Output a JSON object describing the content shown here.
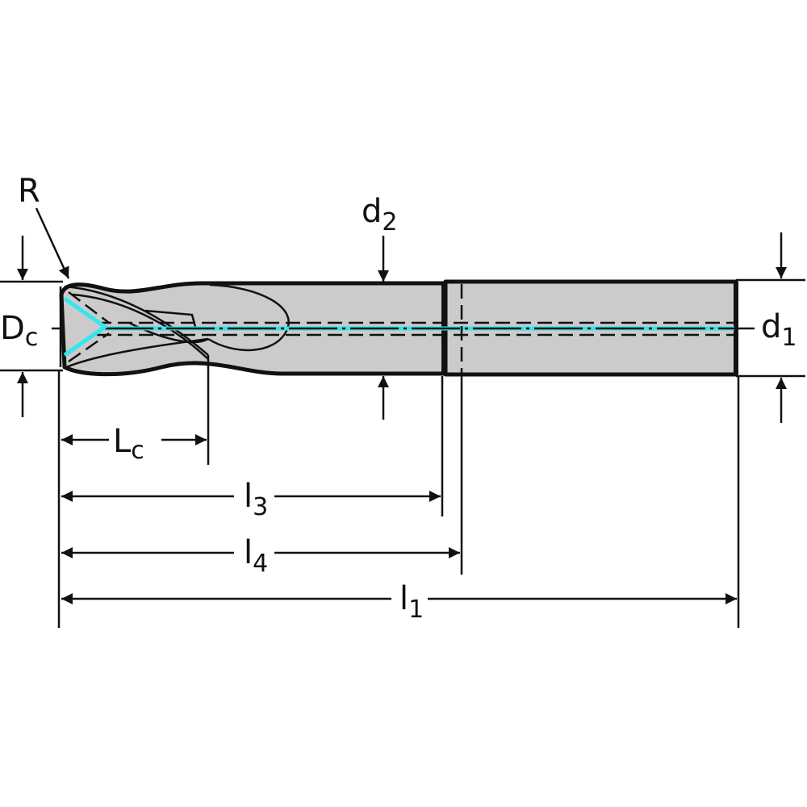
{
  "labels": {
    "R": {
      "main": "R"
    },
    "d2": {
      "main": "d",
      "sub": "2"
    },
    "Dc": {
      "main": "D",
      "sub": "c"
    },
    "d1": {
      "main": "d",
      "sub": "1"
    },
    "Lc": {
      "main": "L",
      "sub": "c"
    },
    "l3": {
      "main": "l",
      "sub": "3"
    },
    "l4": {
      "main": "l",
      "sub": "4"
    },
    "l1": {
      "main": "l",
      "sub": "1"
    }
  },
  "colors": {
    "body": "#cbcbcb",
    "coolant": "#33e6ef",
    "line": "#111111"
  }
}
